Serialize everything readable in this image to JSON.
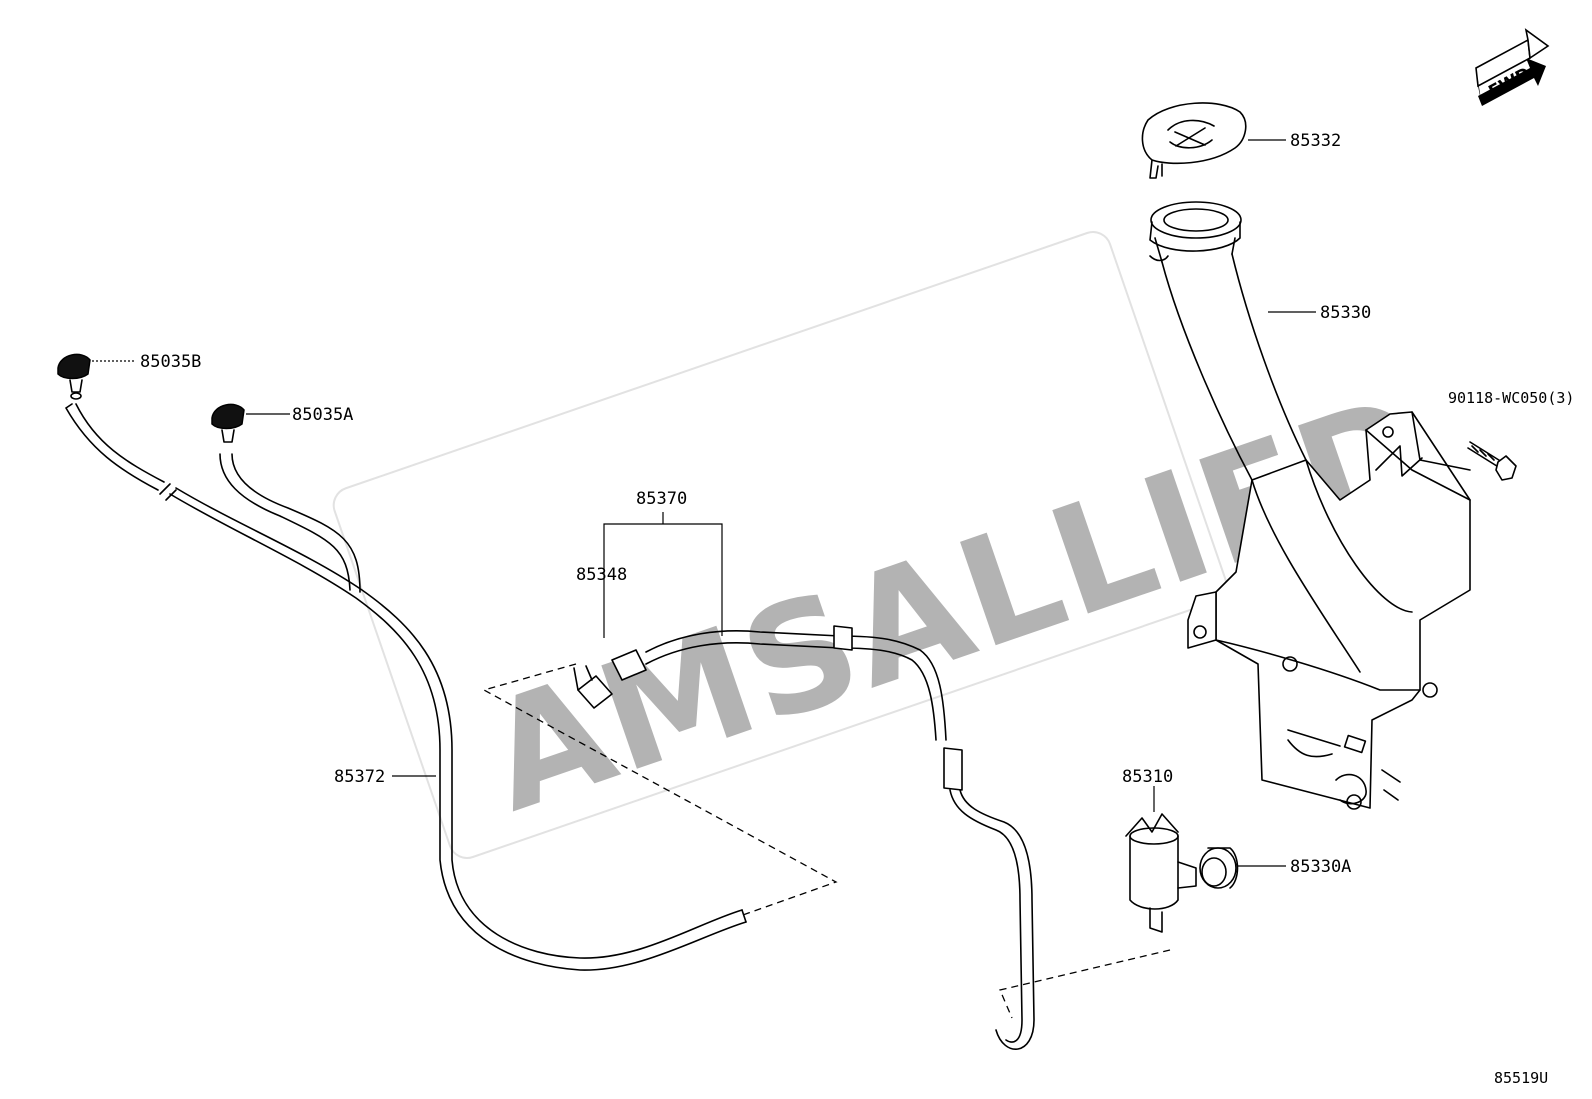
{
  "watermark": "AMSALLIED",
  "direction_badge": "FWD",
  "diagram_code": "85519U",
  "parts": {
    "cap": "85332",
    "tank": "85330",
    "bolt": "90118-WC050(3)",
    "pump": "85310",
    "grommet": "85330A",
    "nozzle_b": "85035B",
    "nozzle_a": "85035A",
    "hose_assy": "85370",
    "joint": "85348",
    "hose": "85372"
  },
  "colors": {
    "line": "#000000",
    "watermark": "#b3b3b3",
    "background": "#ffffff"
  }
}
